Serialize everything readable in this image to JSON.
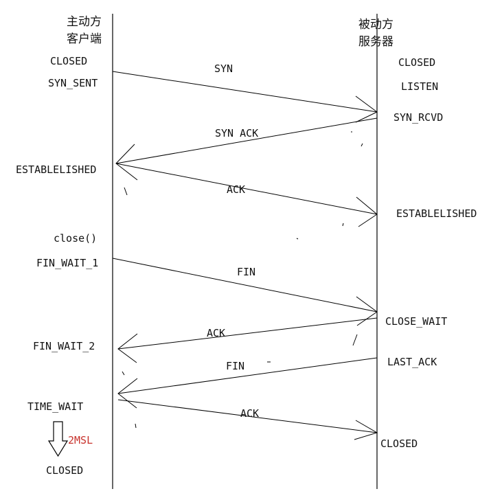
{
  "client": {
    "title_line1": "主动方",
    "title_line2": "客户端",
    "states": {
      "closed": "CLOSED",
      "syn_sent": "SYN_SENT",
      "established": "ESTABLELISHED",
      "close_call": "close()",
      "fin_wait_1": "FIN_WAIT_1",
      "fin_wait_2": "FIN_WAIT_2",
      "time_wait": "TIME_WAIT",
      "timer": "2MSL",
      "closed_end": "CLOSED"
    }
  },
  "server": {
    "title_line1": "被动方",
    "title_line2": "服务器",
    "states": {
      "closed": "CLOSED",
      "listen": "LISTEN",
      "syn_rcvd": "SYN_RCVD",
      "established": "ESTABLELISHED",
      "close_wait": "CLOSE_WAIT",
      "last_ack": "LAST_ACK",
      "closed_end": "CLOSED"
    }
  },
  "messages": [
    {
      "label": "SYN"
    },
    {
      "label": "SYN ACK"
    },
    {
      "label": "ACK"
    },
    {
      "label": "FIN"
    },
    {
      "label": "ACK"
    },
    {
      "label": "FIN"
    },
    {
      "label": "ACK"
    }
  ],
  "colors": {
    "line": "#000000",
    "text": "#111111",
    "timer": "#c8322c"
  }
}
